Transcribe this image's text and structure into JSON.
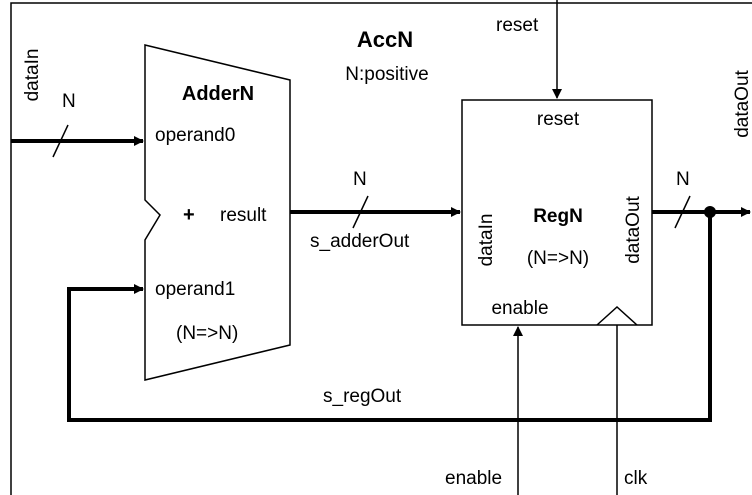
{
  "module": {
    "name": "AccN",
    "generic": "N:positive"
  },
  "adder": {
    "name": "AdderN",
    "port_operand0": "operand0",
    "port_operand1": "operand1",
    "op_symbol": "+",
    "port_result": "result",
    "mapping": "(N=>N)"
  },
  "register": {
    "name": "RegN",
    "mapping": "(N=>N)",
    "port_reset": "reset",
    "port_datain": "dataIn",
    "port_dataout": "dataOut",
    "port_enable": "enable"
  },
  "ports": {
    "datain": "dataIn",
    "dataout": "dataOut",
    "reset": "reset",
    "enable": "enable",
    "clk": "clk"
  },
  "signals": {
    "adder_out": "s_adderOut",
    "reg_out": "s_regOut"
  },
  "bus_width": {
    "input": "N",
    "adder_out": "N",
    "output": "N"
  }
}
